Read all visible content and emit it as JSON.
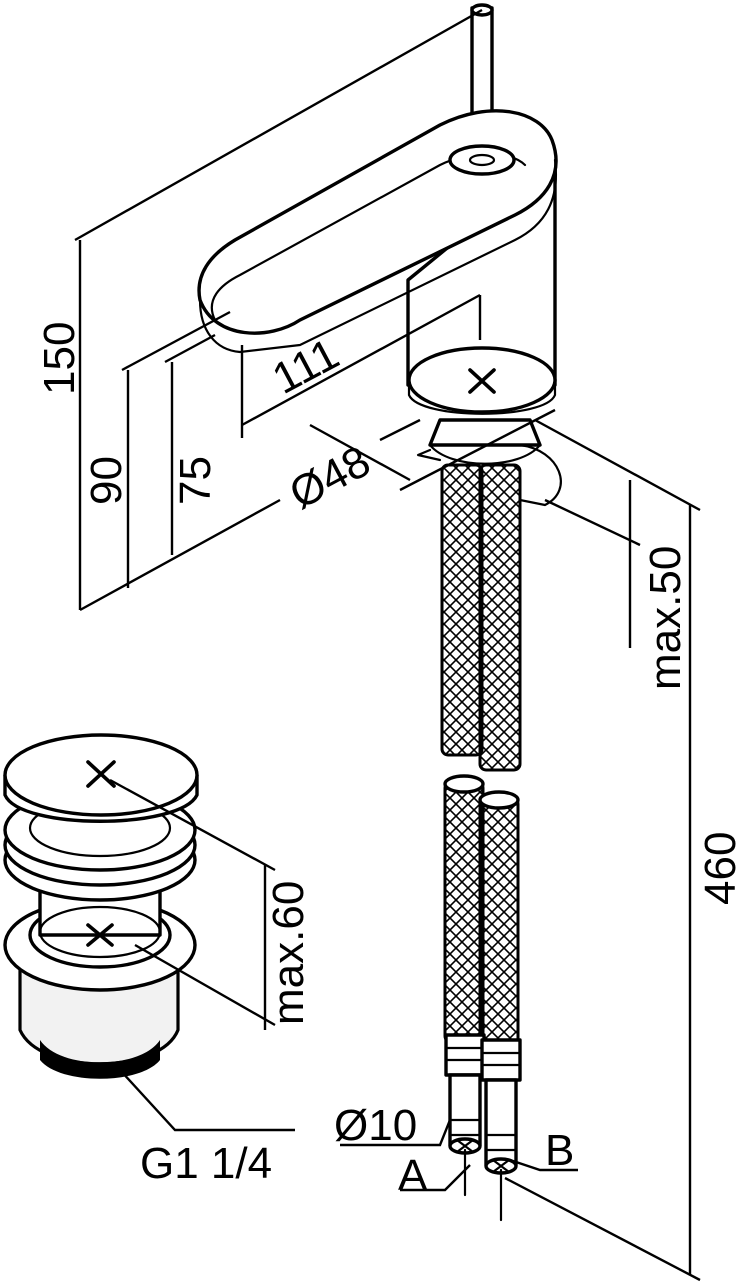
{
  "dimensions": {
    "overall_height": "150",
    "spout_height": "90",
    "body_height": "75",
    "spout_reach": "111",
    "base_diameter": "Ø48",
    "max_deck_thickness": "max.50",
    "hose_length": "460",
    "drain_max_thickness": "max.60",
    "drain_thread": "G1 1/4",
    "hose_diameter": "Ø10",
    "hose_a": "A",
    "hose_b": "B"
  }
}
